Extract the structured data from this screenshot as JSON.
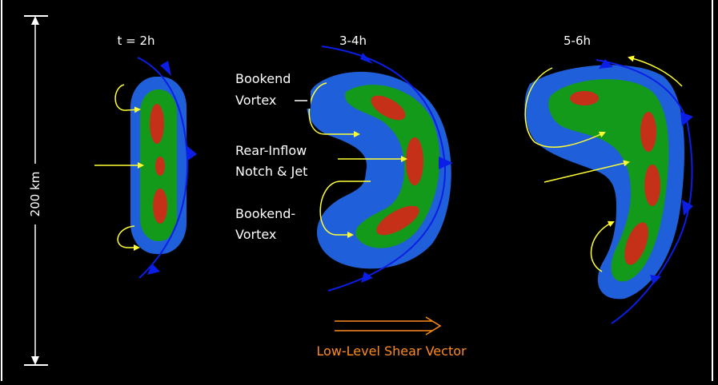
{
  "panels": [
    {
      "time_label": "t = 2h"
    },
    {
      "time_label": "3-4h"
    },
    {
      "time_label": "5-6h"
    }
  ],
  "scale_label": "200 km",
  "annotations": {
    "bookend_top_line1": "Bookend",
    "bookend_top_line2": "Vortex",
    "rear_inflow_line1": "Rear-Inflow",
    "rear_inflow_line2": "Notch & Jet",
    "bookend_bottom_line1": "Bookend-",
    "bookend_bottom_line2": "Vortex"
  },
  "shear_vector_label": "Low-Level Shear Vector",
  "colors": {
    "background": "#000000",
    "outer_echo": "#1f5fd9",
    "middle_echo": "#139a1a",
    "core_echo": "#c53118",
    "gust_front": "#0a1ee6",
    "flow_arrows": "#ffff33",
    "shear_vector": "#ff8c1a",
    "text": "#ffffff"
  }
}
